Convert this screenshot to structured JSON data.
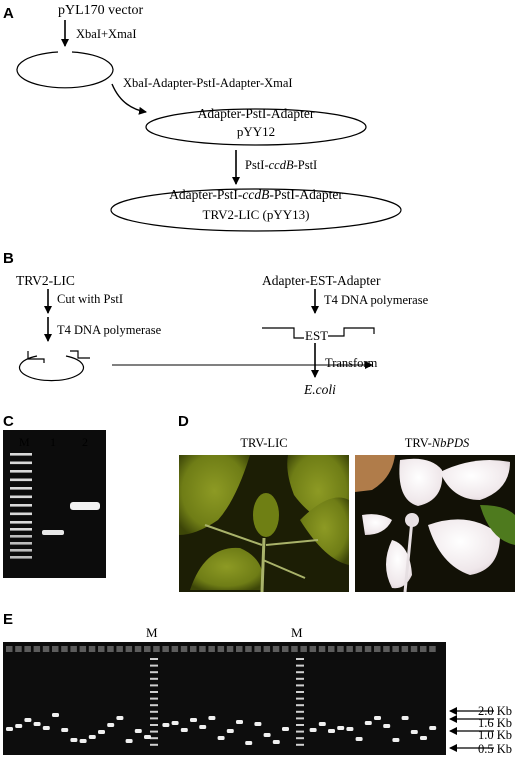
{
  "panels": {
    "A": {
      "label": "A",
      "vector": "pYL170 vector",
      "enzymes1": "XbaI+XmaI",
      "insert": "XbaI-Adapter-PstI-Adapter-XmaI",
      "plasmid1_top": "Adapter-PstI-Adapter",
      "plasmid1_name": "pYY12",
      "step2": "PstI-ccdB-PstI",
      "plasmid2_top": "Adapter-PstI-ccdB-PstI-Adapter",
      "plasmid2_name": "TRV2-LIC (pYY13)"
    },
    "B": {
      "label": "B",
      "left_title": "TRV2-LIC",
      "cut": "Cut with PstI",
      "t4_left": "T4 DNA polymerase",
      "right_title": "Adapter-EST-Adapter",
      "t4_right": "T4 DNA polymerase",
      "est": "EST",
      "transform": "Transform",
      "host": "E.coli"
    },
    "C": {
      "label": "C",
      "lanes": [
        "M",
        "1",
        "2"
      ]
    },
    "D": {
      "label": "D",
      "left_caption": "TRV-LIC",
      "right_caption_prefix": "TRV-",
      "right_caption_gene": "NbPDS"
    },
    "E": {
      "label": "E",
      "marker_labels": [
        "M",
        "M"
      ],
      "sizes": [
        "2.0 Kb",
        "1.6 Kb",
        "1.0 Kb",
        "0.5 Kb"
      ]
    }
  },
  "colors": {
    "gel_background": "#0e0e0e",
    "band": "#f2f2f2",
    "leaf_green": "#7a8a1c",
    "bleached_leaf": "#f3eef0"
  }
}
